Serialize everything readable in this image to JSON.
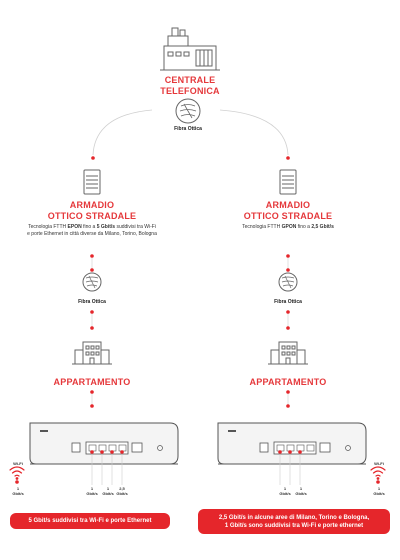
{
  "central": {
    "line1": "CENTRALE",
    "line2": "TELEFONICA"
  },
  "fiber_label": "Fibra Ottica",
  "left": {
    "cabinet_line1": "ARMADIO",
    "cabinet_line2": "OTTICO STRADALE",
    "desc_parts": [
      "Tecnologia FTTH ",
      "EPON",
      " fino a ",
      "5 Gbit/s",
      " suddivisi tra Wi-Fi"
    ],
    "desc_line2": "e porte Ethernet in città diverse da Milano, Torino, Bologna",
    "fiber_label": "Fibra Ottica",
    "apartment": "APPARTAMENTO",
    "wifi_label": "Wi-Fi",
    "port_speeds": [
      {
        "num": "1",
        "unit": "Gbit/s"
      },
      {
        "num": "1",
        "unit": "Gbit/s"
      },
      {
        "num": "1",
        "unit": "Gbit/s"
      },
      {
        "num": "2,5",
        "unit": "Gbit/s"
      }
    ],
    "pill": "5 Gbit/s suddivisi tra Wi-Fi e porte Ethernet"
  },
  "right": {
    "cabinet_line1": "ARMADIO",
    "cabinet_line2": "OTTICO STRADALE",
    "desc_parts": [
      "Tecnologia FTTH ",
      "GPON",
      " fino a ",
      "2,5 Gbit/s"
    ],
    "fiber_label": "Fibra Ottica",
    "apartment": "APPARTAMENTO",
    "wifi_label": "Wi-Fi",
    "port_speeds": [
      {
        "num": "1",
        "unit": "Gbit/s"
      },
      {
        "num": "1",
        "unit": "Gbit/s"
      },
      {
        "num": "1",
        "unit": "Gbit/s"
      }
    ],
    "pill_line1": "2,5 Gbit/s in alcune aree di Milano, Torino e Bologna,",
    "pill_line2": "1 Gbit/s sono suddivisi tra Wi-Fi e porte ethernet"
  },
  "colors": {
    "accent": "#e5262b",
    "line": "#cccccc",
    "icon": "#666666"
  }
}
